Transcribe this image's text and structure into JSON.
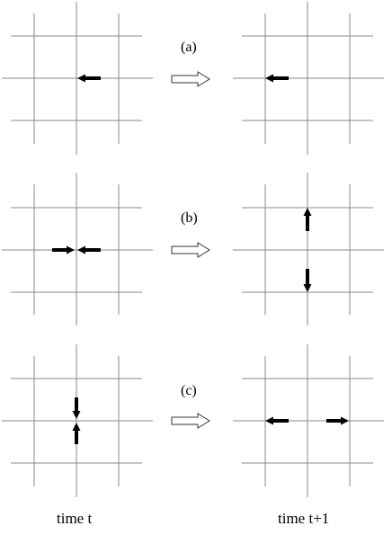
{
  "panels": [
    {
      "label": "(a)",
      "before": [
        {
          "direction": "left"
        }
      ],
      "after": [
        {
          "direction": "left"
        }
      ]
    },
    {
      "label": "(b)",
      "before": [
        {
          "direction": "right"
        },
        {
          "direction": "left"
        }
      ],
      "after": [
        {
          "direction": "up"
        },
        {
          "direction": "down"
        }
      ]
    },
    {
      "label": "(c)",
      "before": [
        {
          "direction": "down"
        },
        {
          "direction": "up"
        }
      ],
      "after": [
        {
          "direction": "left"
        },
        {
          "direction": "right"
        }
      ]
    }
  ],
  "captions": {
    "left": "time t",
    "right": "time t+1"
  },
  "colors": {
    "grid": "#888888",
    "arrow": "#000000",
    "transition_outline": "#333333"
  }
}
